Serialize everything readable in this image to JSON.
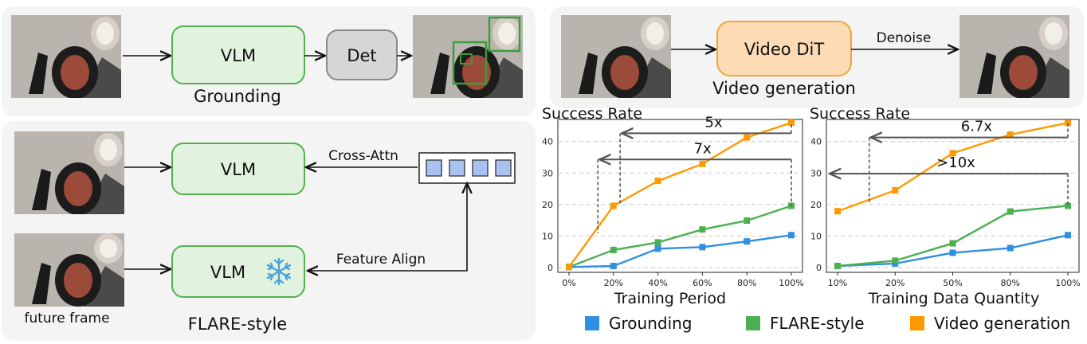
{
  "colors": {
    "grounding": "#2f8fe0",
    "flare": "#4caf50",
    "video": "#ff9900",
    "vlm_fill": "#e1f2df",
    "vlm_stroke": "#55b14f",
    "det_fill": "#d6d6d6",
    "dit_fill": "#fddcb5",
    "dit_stroke": "#f5a33a",
    "token_fill": "#a9c2f2"
  },
  "diagram": {
    "grounding": {
      "vlm_label": "VLM",
      "det_label": "Det",
      "caption": "Grounding"
    },
    "video": {
      "dit_label": "Video DiT",
      "edge_label": "Denoise",
      "caption": "Video generation"
    },
    "flare": {
      "vlm_top_label": "VLM",
      "vlm_bottom_label": "VLM",
      "cross_attn_label": "Cross-Attn",
      "feature_align_label": "Feature Align",
      "future_frame_label": "future frame",
      "caption": "FLARE-style",
      "frozen_icon": "snowflake-icon",
      "token_count": 4
    }
  },
  "legend": [
    {
      "key": "grounding",
      "label": "Grounding"
    },
    {
      "key": "flare",
      "label": "FLARE-style"
    },
    {
      "key": "video",
      "label": "Video generation"
    }
  ],
  "chart_data": [
    {
      "type": "line",
      "ylabel": "Success Rate",
      "xlabel": "Training Period",
      "categories": [
        "0%",
        "20%",
        "40%",
        "60%",
        "80%",
        "100%"
      ],
      "yticks": [
        0,
        10,
        20,
        30,
        40
      ],
      "ylim": [
        -1.5,
        47
      ],
      "grid": "horizontal dashed",
      "series": [
        {
          "name": "Grounding",
          "key": "grounding",
          "values": [
            0.2,
            0.5,
            6.0,
            6.5,
            8.3,
            10.3
          ]
        },
        {
          "name": "FLARE-style",
          "key": "flare",
          "values": [
            0.2,
            5.6,
            8.0,
            12.1,
            14.9,
            19.6
          ]
        },
        {
          "name": "Video generation",
          "key": "video",
          "values": [
            0.2,
            19.6,
            27.5,
            32.9,
            41.3,
            46.0
          ]
        }
      ],
      "annotations": [
        {
          "text": "5x",
          "y": 42.6,
          "from_x": 5,
          "to_x": 1.15,
          "drop_x": 1.15,
          "drop_to_y": 19.6,
          "end_drop_to_y": 46.0
        },
        {
          "text": "7x",
          "y": 34.3,
          "from_x": 5,
          "to_x": 0.65,
          "drop_x": 0.65,
          "drop_to_y": 11.0,
          "end_drop_to_y": 19.6
        }
      ]
    },
    {
      "type": "line",
      "ylabel": "Success Rate",
      "xlabel": "Training Data Quantity",
      "categories": [
        "10%",
        "20%",
        "50%",
        "80%",
        "100%"
      ],
      "yticks": [
        0,
        10,
        20,
        30,
        40
      ],
      "ylim": [
        -1.5,
        47
      ],
      "grid": "horizontal dashed",
      "series": [
        {
          "name": "Grounding",
          "key": "grounding",
          "values": [
            0.5,
            1.3,
            4.7,
            6.2,
            10.3
          ]
        },
        {
          "name": "FLARE-style",
          "key": "flare",
          "values": [
            0.5,
            2.2,
            7.7,
            17.8,
            19.6
          ]
        },
        {
          "name": "Video generation",
          "key": "video",
          "values": [
            17.9,
            24.5,
            36.3,
            42.2,
            45.9
          ]
        }
      ],
      "annotations": [
        {
          "text": "6.7x",
          "y": 41.3,
          "from_x": 4,
          "to_x": 0.55,
          "drop_x": 0.55,
          "drop_to_y": 20.5,
          "end_drop_to_y": 46.0
        },
        {
          "text": ">10x",
          "y": 29.8,
          "from_x": 4,
          "to_x": -0.05,
          "drop_x": null,
          "drop_to_y": null,
          "end_drop_to_y": 19.6
        }
      ]
    }
  ]
}
